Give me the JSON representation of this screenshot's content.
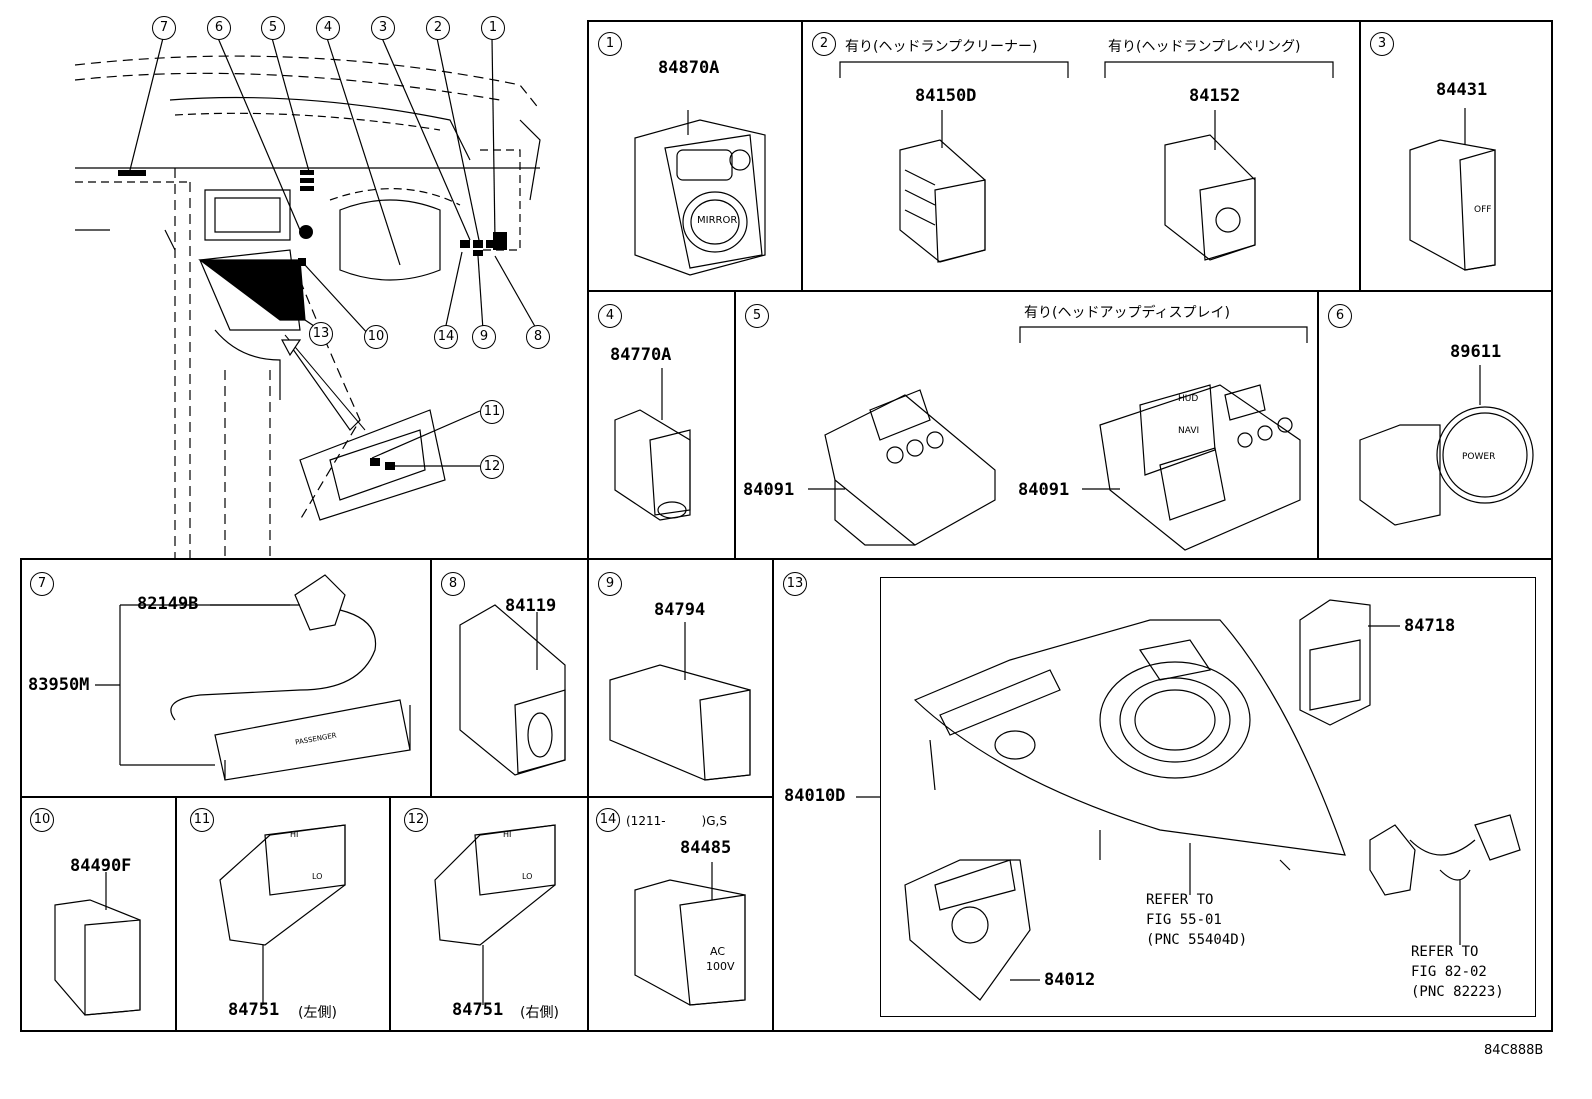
{
  "callouts_overview": [
    "7",
    "6",
    "5",
    "4",
    "3",
    "2",
    "1",
    "13",
    "10",
    "14",
    "9",
    "8",
    "11",
    "12"
  ],
  "panels": {
    "p1": {
      "num": "1",
      "part": "84870A"
    },
    "p2": {
      "num": "2",
      "left_note": "有り(ヘッドランプクリーナー)",
      "left_part": "84150D",
      "right_note": "有り(ヘッドランプレベリング)",
      "right_part": "84152"
    },
    "p3": {
      "num": "3",
      "part": "84431"
    },
    "p4": {
      "num": "4",
      "part": "84770A"
    },
    "p5": {
      "num": "5",
      "note": "有り(ヘッドアップディスプレイ)",
      "left_part": "84091",
      "right_part": "84091"
    },
    "p6": {
      "num": "6",
      "part": "89611"
    },
    "p7": {
      "num": "7",
      "part_top": "82149B",
      "part_left": "83950M"
    },
    "p8": {
      "num": "8",
      "part": "84119"
    },
    "p9": {
      "num": "9",
      "part": "84794"
    },
    "p13": {
      "num": "13",
      "part_main": "84010D",
      "part_switch": "84718",
      "part_sub": "84012",
      "ref1": [
        "REFER TO",
        "FIG 55-01",
        "(PNC 55404D)"
      ],
      "ref2": [
        "REFER TO",
        "FIG 82-02",
        "(PNC 82223)"
      ]
    },
    "p10": {
      "num": "10",
      "part": "84490F"
    },
    "p11": {
      "num": "11",
      "part": "84751",
      "side": "(左側)"
    },
    "p12": {
      "num": "12",
      "part": "84751",
      "side": "(右側)"
    },
    "p14": {
      "num": "14",
      "note": "(1211-　　　)G,S",
      "part": "84485"
    }
  },
  "labels": {
    "mirror": "MIRROR",
    "hud": "HUD",
    "navi": "NAVI",
    "power": "POWER",
    "off": "OFF",
    "ac": "AC",
    "v100": "100V",
    "hi": "HI",
    "lo": "LO",
    "passenger": "PASSENGER"
  },
  "diagram_code": "84C888B"
}
